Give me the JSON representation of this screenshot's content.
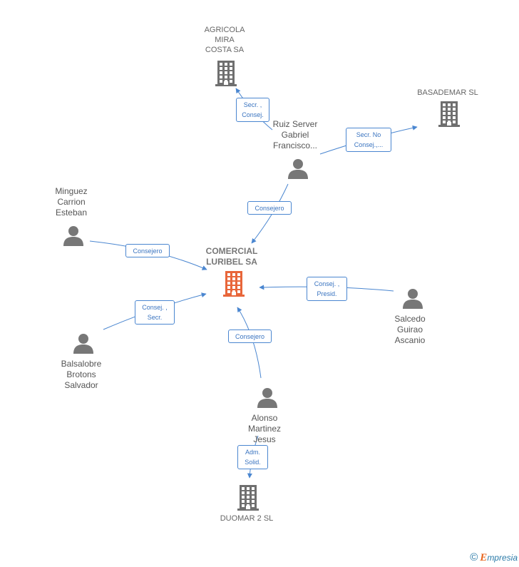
{
  "colors": {
    "edge": "#4a86d0",
    "person": "#777777",
    "company": "#6f6f6f",
    "center": "#e8663a"
  },
  "center": {
    "name": "COMERCIAL\nLURIBEL SA",
    "icon": "building-icon"
  },
  "companies": {
    "agricola": {
      "name": "AGRICOLA\nMIRA\nCOSTA SA",
      "icon": "building-icon"
    },
    "basademar": {
      "name": "BASADEMAR SL",
      "icon": "building-icon"
    },
    "duomar": {
      "name": "DUOMAR 2 SL",
      "icon": "building-icon"
    }
  },
  "persons": {
    "ruiz": {
      "name": "Ruiz Server\nGabriel\nFrancisco...",
      "icon": "person-icon"
    },
    "minguez": {
      "name": "Minguez\nCarrion\nEsteban",
      "icon": "person-icon"
    },
    "salcedo": {
      "name": "Salcedo\nGuirao\nAscanio",
      "icon": "person-icon"
    },
    "balsalobre": {
      "name": "Balsalobre\nBrotons\nSalvador",
      "icon": "person-icon"
    },
    "alonso": {
      "name": "Alonso\nMartinez\nJesus",
      "icon": "person-icon"
    }
  },
  "edges": {
    "ruiz_agricola": "Secr. ,\nConsej.",
    "ruiz_basademar": "Secr.  No\nConsej.,...",
    "ruiz_center": "Consejero",
    "minguez_center": "Consejero",
    "salcedo_center": "Consej. ,\nPresid.",
    "balsalobre_center": "Consej. ,\nSecr.",
    "alonso_center": "Consejero",
    "alonso_duomar": "Adm.\nSolid."
  },
  "footer": {
    "copyright": "©",
    "brand_initial": "E",
    "brand_rest": "mpresia"
  }
}
